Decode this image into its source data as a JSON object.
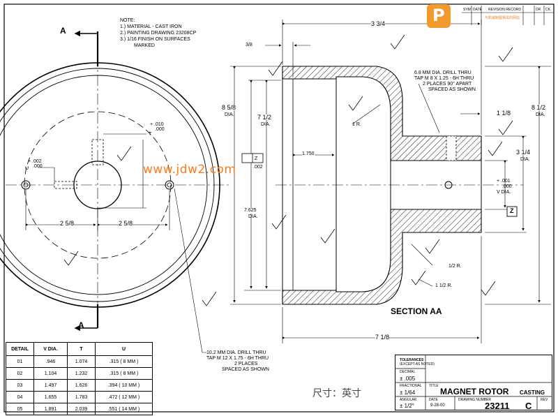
{
  "notes": {
    "heading": "NOTE:",
    "lines": [
      "1.) MATERIAL  -  CAST IRON",
      "2.) PAINTING DRAWING   23208CP",
      "3.) 1/16 FINISH ON SURFACES",
      "MARKED"
    ]
  },
  "section_marks": {
    "top": "A",
    "bottom": "A"
  },
  "watermark": "www.jdw2.com",
  "front_view": {
    "t_tol_plus": "+ .010",
    "t_tol_minus": ".000",
    "t_label": "T",
    "u_tol_plus": "+ .002",
    "u_tol_minus": ".000",
    "u_label": "U",
    "dim_left": "2 5/8",
    "dim_right": "2 5/8",
    "hole_note": [
      "10.2 MM DIA. DRILL THRU",
      "TAP M 12 X 1.75 - 6H THRU",
      "2 PLACES",
      "SPACED AS SHOWN"
    ]
  },
  "section_view": {
    "title": "SECTION  AA",
    "dim_3_3_4": "3 3/4",
    "dim_3_8": "3/8",
    "dim_8_5_8": "8 5/8",
    "dim_8_5_8_sub": "DIA.",
    "dim_7_1_2": "7 1/2",
    "dim_7_1_2_sub": "DIA.",
    "dim_7_625": "7.625",
    "dim_7_625_sub": "DIA.",
    "dim_1_750": "1.750",
    "datum_z": "Z",
    "datum_z_tol": ".002",
    "radius_1": "1 R.",
    "drill_note": [
      "6.8 MM DIA. DRILL THRU",
      "TAP M 8 X 1.25 - 6H THRU",
      "2 PLACES 90° APART",
      "SPACED AS SHOWN"
    ],
    "dim_1_1_8": "1 1/8",
    "dim_8_1_2": "8 1/2",
    "dim_8_1_2_sub": "DIA.",
    "dim_3_1_4": "3 1/4",
    "dim_3_1_4_sub": "DIA.",
    "v_tol_plus": "+ .001",
    "v_tol_minus": ".000",
    "v_label": "V DIA.",
    "datum_z_box": "Z",
    "radius_half": "1/2 R.",
    "radius_1_half": "1 1/2 R.",
    "dim_7_1_8": "7 1/8"
  },
  "detail_table": {
    "headers": [
      "DETAIL",
      "V DIA.",
      "T",
      "U"
    ],
    "rows": [
      [
        "01",
        ".946",
        "1.074",
        ".315  ( 8 MM )"
      ],
      [
        "02",
        "1.104",
        "1.232",
        ".315  ( 8 MM )"
      ],
      [
        "03",
        "1.497",
        "1.626",
        ".394  ( 10 MM )"
      ],
      [
        "04",
        "1.655",
        "1.783",
        ".472  ( 12 MM )"
      ],
      [
        "05",
        "1.891",
        "2.039",
        ".551  ( 14 MM )"
      ]
    ]
  },
  "title_block": {
    "tolerances": "TOLERANCES",
    "tol_sub": "(EXCEPT AS NOTED)",
    "decimal_label": "DECIMAL",
    "decimal_val": "± .005",
    "fractional_label": "FRACTIONAL",
    "fractional_val": "± 1/64",
    "angular_label": "ANGULAR",
    "angular_val": "± 1/2°",
    "title_label": "TITLE",
    "title": "MAGNET  ROTOR",
    "type": "CASTING",
    "date_label": "DATE",
    "date": "9-28-00",
    "drawing_number_label": "DRAWING NUMBER",
    "drawing_number": "23211",
    "rev_letter": "C",
    "rev_label": "REV"
  },
  "revision_block": {
    "headers": [
      "SYM",
      "DATE",
      "REVISION RECORD",
      "DR",
      "CK"
    ],
    "chinese_overlay": "与机械制图相关的网站"
  },
  "dimension_note": "尺寸：英寸",
  "logo_letter": "P"
}
